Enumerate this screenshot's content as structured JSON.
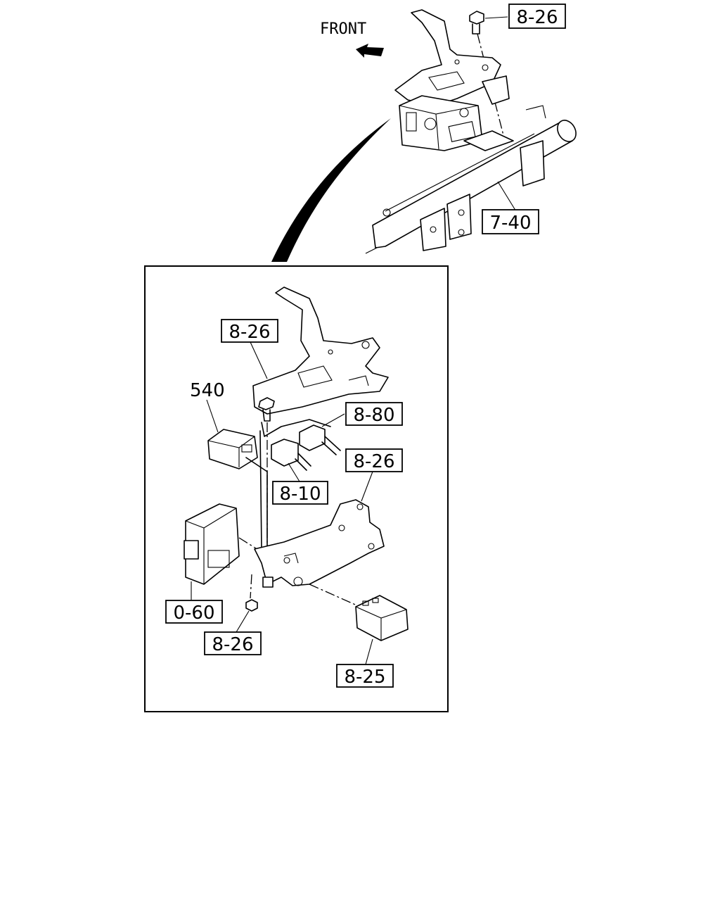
{
  "front_label": "FRONT",
  "callouts": {
    "top_bolt": "8-26",
    "crossbar": "7-40",
    "bracket_upper": "8-26",
    "relay_540": "540",
    "connector_880": "8-80",
    "bracket_lower": "8-26",
    "connector_810": "8-10",
    "control_unit": "0-60",
    "nut": "8-26",
    "relay_825": "8-25"
  }
}
